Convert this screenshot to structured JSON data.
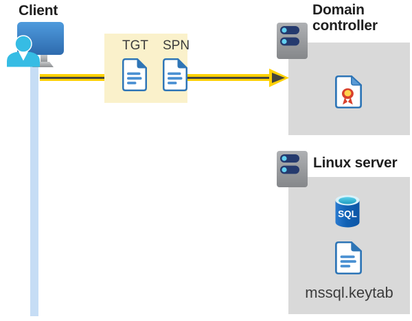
{
  "colors": {
    "title-text": "#1F1F1F",
    "label-text": "#3C3C3C",
    "panel-gray": "#D9D9D9",
    "token-box-bg": "#FAF1CB",
    "arrow-yellow": "#FFD103",
    "arrow-core": "#45453D",
    "line-blue": "#C6DDF5",
    "doc-blue": "#2E75B6",
    "doc-fill": "#FFFFFF",
    "doc-line-blue": "#4A90D2",
    "cert-fold-blue": "#5B9BD5",
    "cert-red": "#D8402C",
    "cert-gold": "#FFD34D",
    "person-cyan": "#36BCE4",
    "server-pill-navy": "#253A6E",
    "server-dot-cyan": "#63CFF0",
    "sql-rim-light": "#D9F2FA"
  },
  "client": {
    "label": "Client",
    "icon": "user-at-monitor-icon"
  },
  "connection": {
    "line_icon": "vertical-connector-line",
    "arrow_icon": "arrow-right-icon"
  },
  "token_box": {
    "tokens": [
      {
        "label": "TGT",
        "icon": "document-icon"
      },
      {
        "label": "SPN",
        "icon": "document-icon"
      }
    ]
  },
  "domain_controller": {
    "title": "Domain controller",
    "server_icon": "server-tower-icon",
    "content_icon": "certificate-icon"
  },
  "linux_server": {
    "title": "Linux server",
    "server_icon": "server-tower-icon",
    "database_icon": "sql-database-icon",
    "database_label": "SQL",
    "keytab_icon": "document-icon",
    "keytab_label": "mssql.keytab"
  }
}
